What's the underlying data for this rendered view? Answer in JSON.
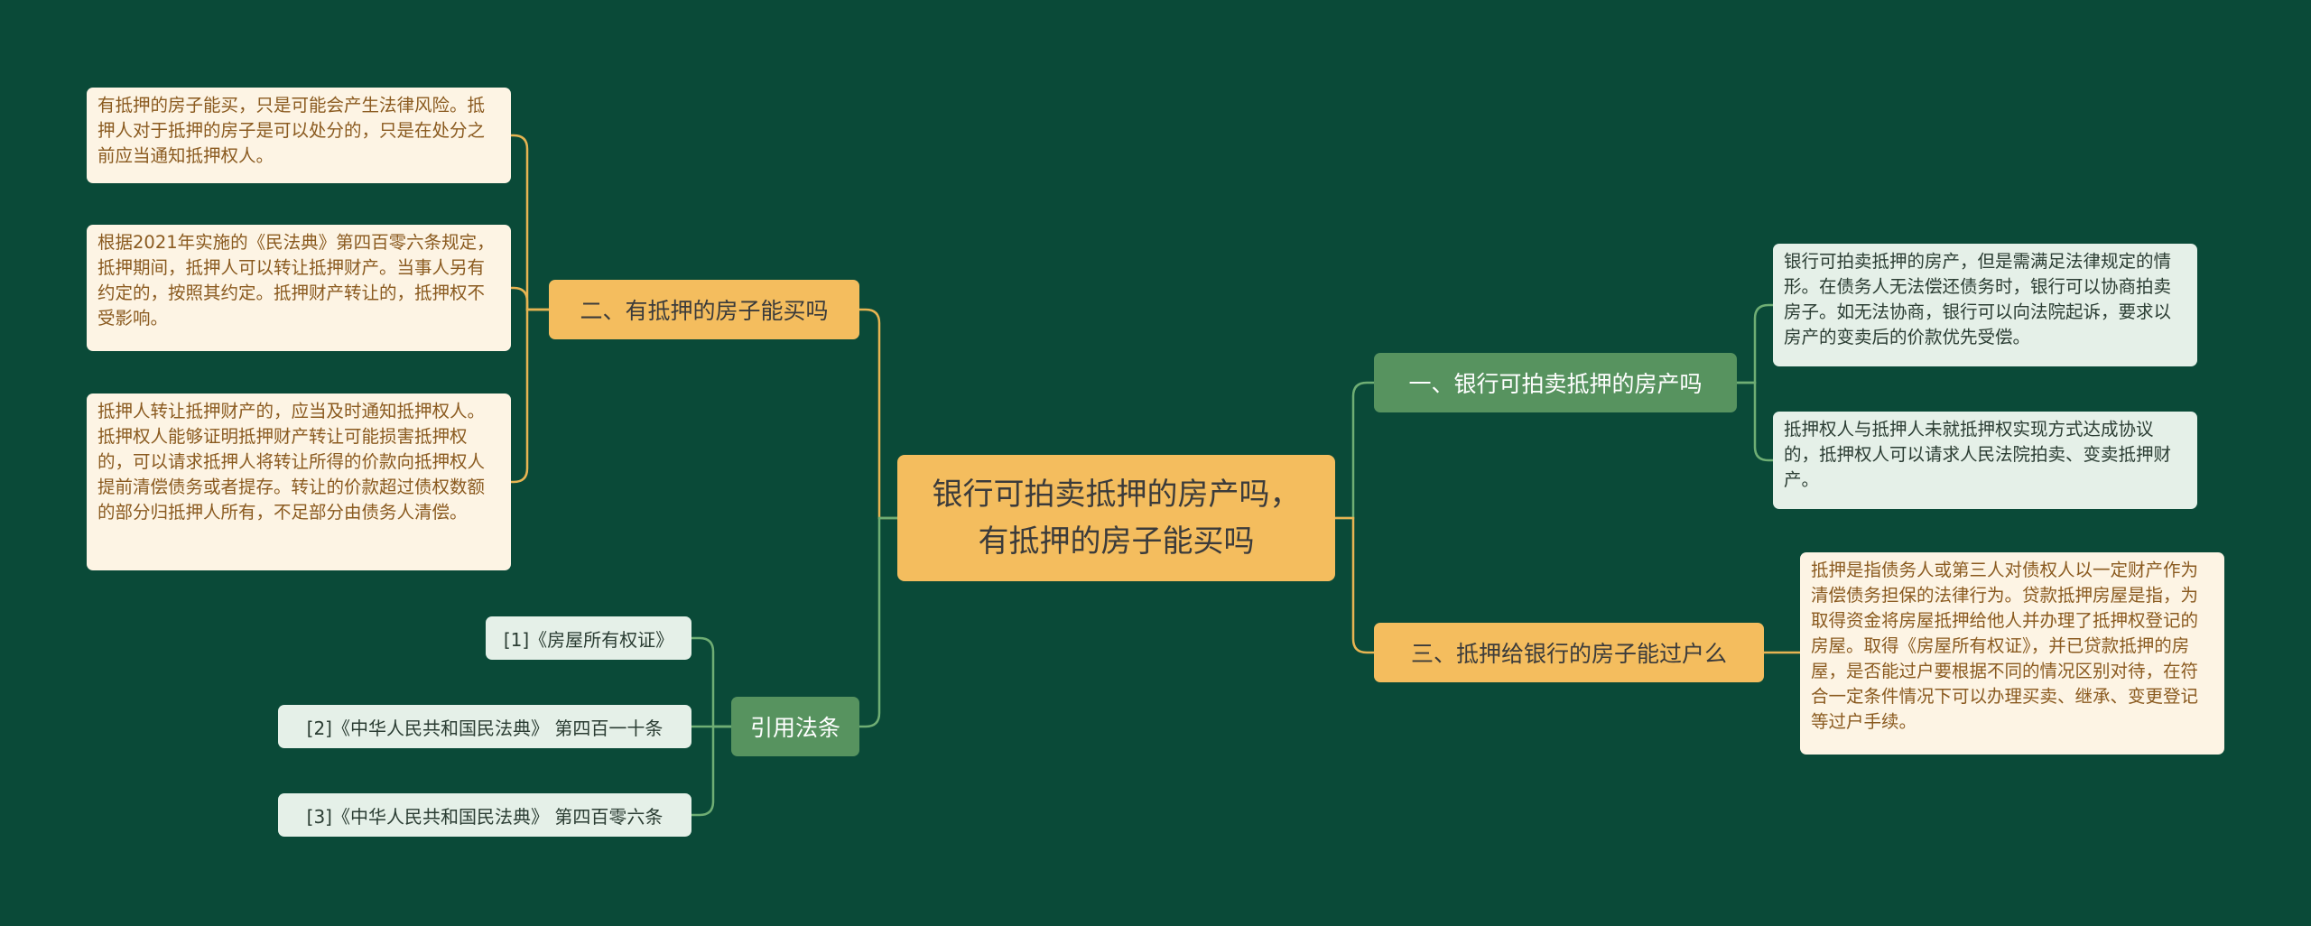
{
  "root": {
    "text": "银行可拍卖抵押的房产吗，有抵押的房子能买吗"
  },
  "branches": {
    "b1": {
      "label": "一、银行可拍卖抵押的房产吗"
    },
    "b2": {
      "label": "二、有抵押的房子能买吗"
    },
    "b3": {
      "label": "三、抵押给银行的房子能过户么"
    },
    "refs": {
      "label": "引用法条"
    }
  },
  "leaves": {
    "b1_1": "银行可拍卖抵押的房产，但是需满足法律规定的情形。在债务人无法偿还债务时，银行可以协商拍卖房子。如无法协商，银行可以向法院起诉，要求以房产的变卖后的价款优先受偿。",
    "b1_2": "抵押权人与抵押人未就抵押权实现方式达成协议的，抵押权人可以请求人民法院拍卖、变卖抵押财产。",
    "b2_1": "有抵押的房子能买，只是可能会产生法律风险。抵押人对于抵押的房子是可以处分的，只是在处分之前应当通知抵押权人。",
    "b2_2": "根据2021年实施的《民法典》第四百零六条规定，抵押期间，抵押人可以转让抵押财产。当事人另有约定的，按照其约定。抵押财产转让的，抵押权不受影响。",
    "b2_3": "抵押人转让抵押财产的，应当及时通知抵押权人。抵押权人能够证明抵押财产转让可能损害抵押权的，可以请求抵押人将转让所得的价款向抵押权人提前清偿债务或者提存。转让的价款超过债权数额的部分归抵押人所有，不足部分由债务人清偿。",
    "b3_1": "抵押是指债务人或第三人对债权人以一定财产作为清偿债务担保的法律行为。贷款抵押房屋是指，为取得资金将房屋抵押给他人并办理了抵押权登记的房屋。取得《房屋所有权证》，并已贷款抵押的房屋，是否能过户要根据不同的情况区别对待，在符合一定条件情况下可以办理买卖、继承、变更登记等过户手续。",
    "ref_1": "[1]《房屋所有权证》",
    "ref_2": "[2]《中华人民共和国民法典》 第四百一十条",
    "ref_3": "[3]《中华人民共和国民法典》 第四百零六条"
  },
  "colors": {
    "background": "#0a4a38",
    "yellow_node": "#f4bd5e",
    "green_node": "#57935f",
    "cream_leaf": "#fdf4e4",
    "green_leaf": "#e5f0e8",
    "yellow_line": "#e7b452",
    "green_line": "#6fae74"
  }
}
